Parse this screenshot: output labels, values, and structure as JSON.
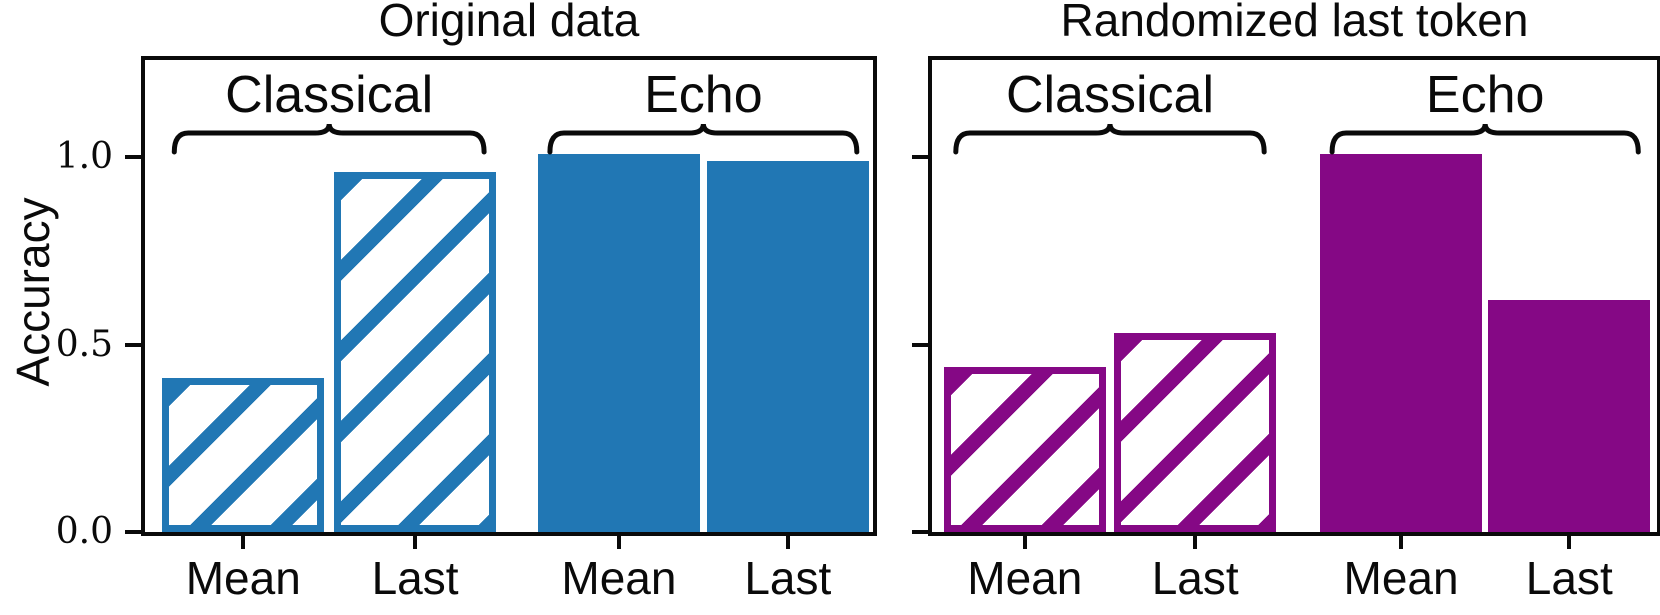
{
  "axis_color": "#0a0a0a",
  "chart_data": [
    {
      "type": "bar",
      "title": "Original data",
      "ylabel": "Accuracy",
      "color": "#2177b4",
      "categories": [
        "Mean",
        "Last",
        "Mean",
        "Last"
      ],
      "values": [
        0.41,
        0.96,
        1.01,
        0.99
      ],
      "bar_styles": [
        "hatched",
        "hatched",
        "solid",
        "solid"
      ],
      "group_labels": [
        "Classical",
        "Echo"
      ],
      "group_assignment": [
        0,
        0,
        1,
        1
      ],
      "yticks": [
        0.0,
        0.5,
        1.0
      ],
      "ytick_labels": [
        "0.0",
        "0.5",
        "1.0"
      ],
      "show_ytick_labels": true,
      "ylim": [
        0,
        1.26
      ],
      "grid": false,
      "legend": null
    },
    {
      "type": "bar",
      "title": "Randomized last token",
      "ylabel": "",
      "color": "#850885",
      "categories": [
        "Mean",
        "Last",
        "Mean",
        "Last"
      ],
      "values": [
        0.44,
        0.53,
        1.01,
        0.62
      ],
      "bar_styles": [
        "hatched",
        "hatched",
        "solid",
        "solid"
      ],
      "group_labels": [
        "Classical",
        "Echo"
      ],
      "group_assignment": [
        0,
        0,
        1,
        1
      ],
      "yticks": [
        0.0,
        0.5,
        1.0
      ],
      "ytick_labels": [
        "0.0",
        "0.5",
        "1.0"
      ],
      "show_ytick_labels": false,
      "ylim": [
        0,
        1.26
      ],
      "grid": false,
      "legend": null
    }
  ]
}
